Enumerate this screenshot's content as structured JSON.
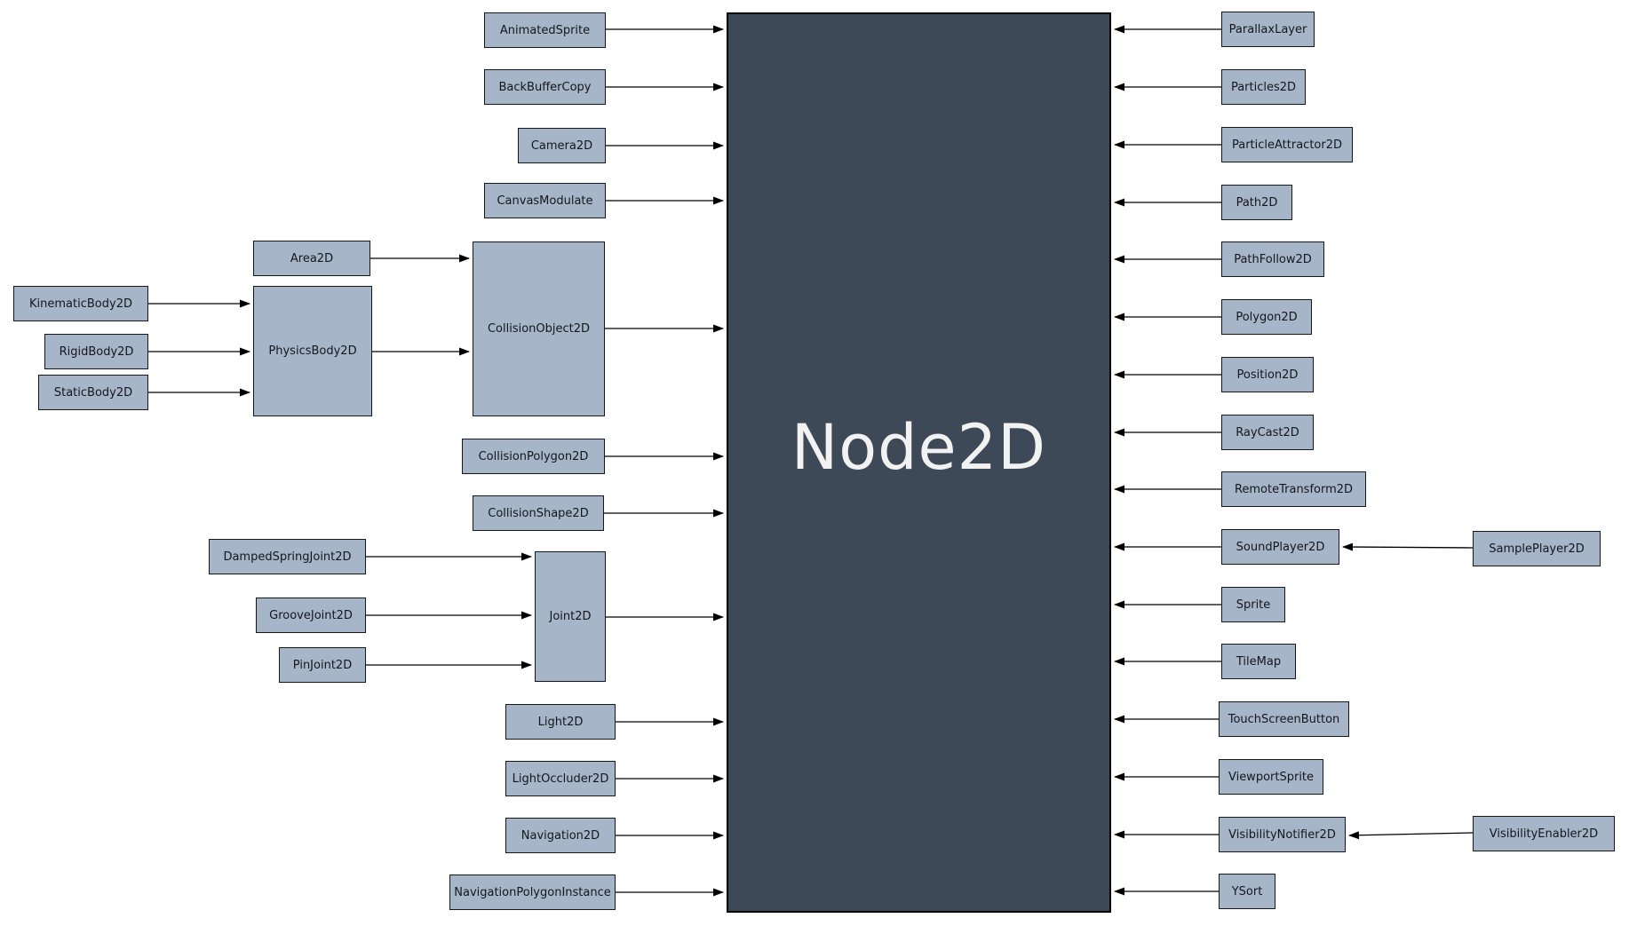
{
  "center_node": "Node2D",
  "nodes": {
    "animated-sprite": "AnimatedSprite",
    "back-buffer-copy": "BackBufferCopy",
    "camera2d": "Camera2D",
    "canvas-modulate": "CanvasModulate",
    "area2d": "Area2D",
    "kinematic-body2d": "KinematicBody2D",
    "rigid-body2d": "RigidBody2D",
    "static-body2d": "StaticBody2D",
    "physics-body2d": "PhysicsBody2D",
    "collision-object2d": "CollisionObject2D",
    "collision-polygon2d": "CollisionPolygon2D",
    "collision-shape2d": "CollisionShape2D",
    "damped-spring-joint2d": "DampedSpringJoint2D",
    "groove-joint2d": "GrooveJoint2D",
    "pin-joint2d": "PinJoint2D",
    "joint2d": "Joint2D",
    "light2d": "Light2D",
    "light-occluder2d": "LightOccluder2D",
    "navigation2d": "Navigation2D",
    "navigation-polygon-instance": "NavigationPolygonInstance",
    "parallax-layer": "ParallaxLayer",
    "particles2d": "Particles2D",
    "particle-attractor2d": "ParticleAttractor2D",
    "path2d": "Path2D",
    "path-follow2d": "PathFollow2D",
    "polygon2d": "Polygon2D",
    "position2d": "Position2D",
    "ray-cast2d": "RayCast2D",
    "remote-transform2d": "RemoteTransform2D",
    "sound-player2d": "SoundPlayer2D",
    "sample-player2d": "SamplePlayer2D",
    "sprite": "Sprite",
    "tile-map": "TileMap",
    "touch-screen-button": "TouchScreenButton",
    "viewport-sprite": "ViewportSprite",
    "visibility-notifier2d": "VisibilityNotifier2D",
    "visibility-enabler2d": "VisibilityEnabler2D",
    "ysort": "YSort"
  },
  "edges": [
    {
      "from": "AnimatedSprite",
      "to": "Node2D"
    },
    {
      "from": "BackBufferCopy",
      "to": "Node2D"
    },
    {
      "from": "Camera2D",
      "to": "Node2D"
    },
    {
      "from": "CanvasModulate",
      "to": "Node2D"
    },
    {
      "from": "Area2D",
      "to": "CollisionObject2D"
    },
    {
      "from": "KinematicBody2D",
      "to": "PhysicsBody2D"
    },
    {
      "from": "RigidBody2D",
      "to": "PhysicsBody2D"
    },
    {
      "from": "StaticBody2D",
      "to": "PhysicsBody2D"
    },
    {
      "from": "PhysicsBody2D",
      "to": "CollisionObject2D"
    },
    {
      "from": "CollisionObject2D",
      "to": "Node2D"
    },
    {
      "from": "CollisionPolygon2D",
      "to": "Node2D"
    },
    {
      "from": "CollisionShape2D",
      "to": "Node2D"
    },
    {
      "from": "DampedSpringJoint2D",
      "to": "Joint2D"
    },
    {
      "from": "GrooveJoint2D",
      "to": "Joint2D"
    },
    {
      "from": "PinJoint2D",
      "to": "Joint2D"
    },
    {
      "from": "Joint2D",
      "to": "Node2D"
    },
    {
      "from": "Light2D",
      "to": "Node2D"
    },
    {
      "from": "LightOccluder2D",
      "to": "Node2D"
    },
    {
      "from": "Navigation2D",
      "to": "Node2D"
    },
    {
      "from": "NavigationPolygonInstance",
      "to": "Node2D"
    },
    {
      "from": "ParallaxLayer",
      "to": "Node2D"
    },
    {
      "from": "Particles2D",
      "to": "Node2D"
    },
    {
      "from": "ParticleAttractor2D",
      "to": "Node2D"
    },
    {
      "from": "Path2D",
      "to": "Node2D"
    },
    {
      "from": "PathFollow2D",
      "to": "Node2D"
    },
    {
      "from": "Polygon2D",
      "to": "Node2D"
    },
    {
      "from": "Position2D",
      "to": "Node2D"
    },
    {
      "from": "RayCast2D",
      "to": "Node2D"
    },
    {
      "from": "RemoteTransform2D",
      "to": "Node2D"
    },
    {
      "from": "SamplePlayer2D",
      "to": "SoundPlayer2D"
    },
    {
      "from": "SoundPlayer2D",
      "to": "Node2D"
    },
    {
      "from": "Sprite",
      "to": "Node2D"
    },
    {
      "from": "TileMap",
      "to": "Node2D"
    },
    {
      "from": "TouchScreenButton",
      "to": "Node2D"
    },
    {
      "from": "ViewportSprite",
      "to": "Node2D"
    },
    {
      "from": "VisibilityEnabler2D",
      "to": "VisibilityNotifier2D"
    },
    {
      "from": "VisibilityNotifier2D",
      "to": "Node2D"
    },
    {
      "from": "YSort",
      "to": "Node2D"
    }
  ],
  "colors": {
    "background": "#ffffff",
    "node_fill": "#a7b5c8",
    "node_border": "#14171c",
    "node_text": "#14171c",
    "center_fill": "#3d4957",
    "center_text": "#f2f2f2",
    "edge": "#000000"
  }
}
